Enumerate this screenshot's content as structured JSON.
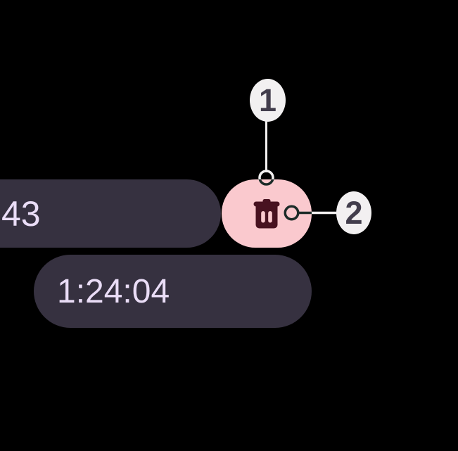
{
  "times": {
    "partial": "43",
    "elapsed": "1:24:04"
  },
  "delete_button": {
    "icon": "trash"
  },
  "annotations": [
    {
      "label": "1"
    },
    {
      "label": "2"
    }
  ],
  "colors": {
    "background": "#000000",
    "chip_background": "#363140",
    "chip_text": "#EADDF7",
    "delete_button_background": "#FAC9CE",
    "trash_icon": "#481220",
    "callout_badge_background": "#F2F0F1",
    "callout_badge_text": "#423D4C",
    "connector_on_dark": "#F2F0F0",
    "connector_on_light": "#1C2B28"
  }
}
